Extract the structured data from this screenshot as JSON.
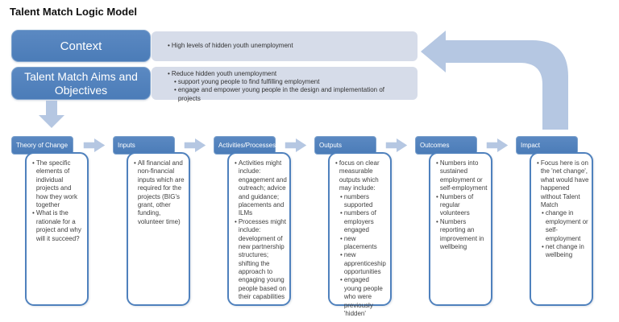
{
  "page": {
    "title": "Talent Match Logic Model"
  },
  "colors": {
    "accent_blue": "#4f81bd",
    "light_bar": "#d6dce9",
    "light_arrow": "#b5c7e2",
    "body_border": "#4f81bd",
    "body_text": "#3f3f3f"
  },
  "top_rows": {
    "context": {
      "label": "Context",
      "bullets": [
        {
          "level": 1,
          "text": "High levels of hidden youth unemployment"
        }
      ]
    },
    "aims": {
      "label": "Talent Match Aims and Objectives",
      "bullets": [
        {
          "level": 1,
          "text": "Reduce hidden youth unemployment"
        },
        {
          "level": 2,
          "text": "support young people to find fulfilling employment"
        },
        {
          "level": 2,
          "text": "engage and empower young people in the design and implementation of projects"
        }
      ]
    }
  },
  "columns": [
    {
      "header": "Theory of Change",
      "bullets": [
        {
          "level": 1,
          "text": "The specific elements of individual projects and how they work together"
        },
        {
          "level": 1,
          "text": "What is the rationale for a project and why will it succeed?"
        }
      ]
    },
    {
      "header": "Inputs",
      "bullets": [
        {
          "level": 1,
          "text": "All financial and non-financial inputs which are required for the projects (BIG's grant, other funding, volunteer time)"
        }
      ]
    },
    {
      "header": "Activities/Processes",
      "bullets": [
        {
          "level": 1,
          "text": "Activities might include: engagement and outreach; advice and guidance; placements and ILMs"
        },
        {
          "level": 1,
          "text": "Processes might include: development of new partnership structures; shifting the approach to engaging young people based on their capabilities"
        }
      ]
    },
    {
      "header": "Outputs",
      "bullets": [
        {
          "level": 1,
          "text": "focus on clear measurable outputs which may include:"
        },
        {
          "level": 2,
          "text": "numbers supported"
        },
        {
          "level": 2,
          "text": "numbers of employers engaged"
        },
        {
          "level": 2,
          "text": "new placements"
        },
        {
          "level": 2,
          "text": "new apprenticeship opportunities"
        },
        {
          "level": 2,
          "text": "engaged young people who were previously 'hidden'"
        }
      ]
    },
    {
      "header": "Outcomes",
      "bullets": [
        {
          "level": 1,
          "text": "Numbers into sustained employment or self-employment"
        },
        {
          "level": 1,
          "text": "Numbers of regular volunteers"
        },
        {
          "level": 1,
          "text": "Numbers reporting an improvement in wellbeing"
        }
      ]
    },
    {
      "header": "Impact",
      "bullets": [
        {
          "level": 1,
          "text": "Focus here is on the 'net change', what would have happened without Talent Match"
        },
        {
          "level": 2,
          "text": "change in employment or self-employment"
        },
        {
          "level": 2,
          "text": "net change in wellbeing"
        }
      ]
    }
  ]
}
